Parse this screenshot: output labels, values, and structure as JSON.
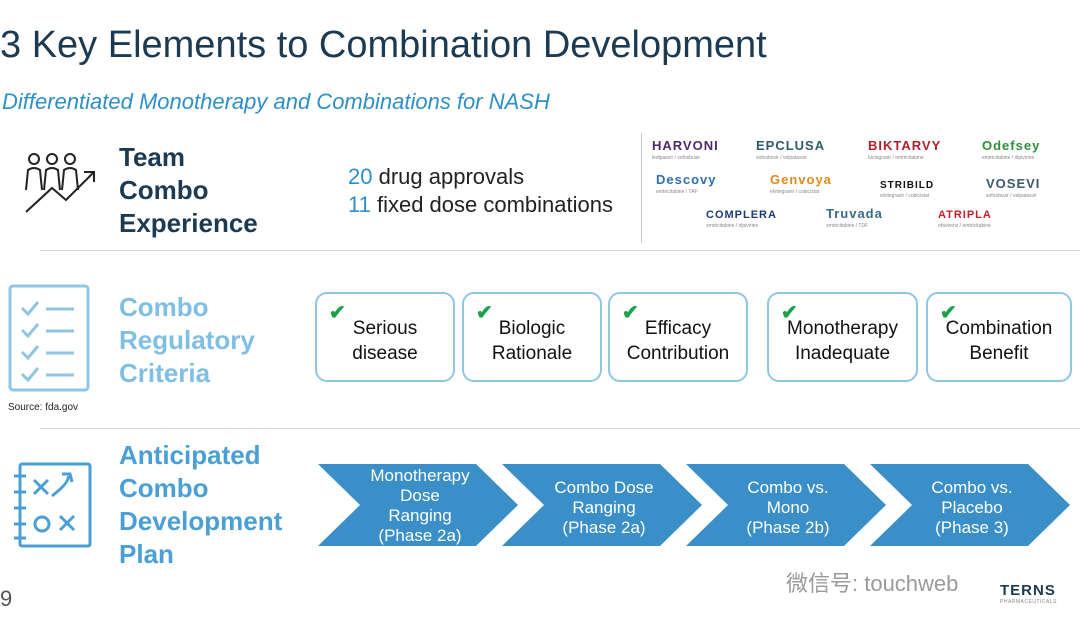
{
  "title": "3 Key Elements to Combination Development",
  "subtitle": "Differentiated Monotherapy and Combinations for NASH",
  "team": {
    "label": [
      "Team",
      "Combo",
      "Experience"
    ],
    "stats": [
      {
        "num": "20",
        "text": " drug approvals"
      },
      {
        "num": "11",
        "text": " fixed dose combinations"
      }
    ],
    "logos": [
      "HARVONI",
      "EPCLUSA",
      "BIKTARVY",
      "Odefsey",
      "Descovy",
      "Genvoya",
      "STRIBILD",
      "VOSEVI",
      "COMPLERA",
      "Truvada",
      "ATRIPLA"
    ]
  },
  "regulatory": {
    "label": [
      "Combo",
      "Regulatory",
      "Criteria"
    ],
    "criteria": [
      [
        "Serious",
        "disease"
      ],
      [
        "Biologic",
        "Rationale"
      ],
      [
        "Efficacy",
        "Contribution"
      ],
      [
        "Monotherapy",
        "Inadequate"
      ],
      [
        "Combination",
        "Benefit"
      ]
    ],
    "source": "Source: fda.gov"
  },
  "plan": {
    "label": [
      "Anticipated",
      "Combo",
      "Development",
      "Plan"
    ],
    "phases": [
      [
        "Monotherapy",
        "Dose",
        "Ranging",
        "(Phase 2a)"
      ],
      [
        "Combo Dose",
        "Ranging",
        "(Phase 2a)"
      ],
      [
        "Combo vs.",
        "Mono",
        "(Phase 2b)"
      ],
      [
        "Combo vs.",
        "Placebo",
        "(Phase 3)"
      ]
    ]
  },
  "page_number": "9",
  "watermark": "微信号: touchweb",
  "company": "TERNS",
  "company_sub": "PHARMACEUTICALS",
  "colors": {
    "navy": "#1c3a52",
    "blue": "#2e8fc8",
    "light_blue": "#7fbfe3",
    "arrow": "#3a8fc9",
    "check": "#1aa34a"
  }
}
